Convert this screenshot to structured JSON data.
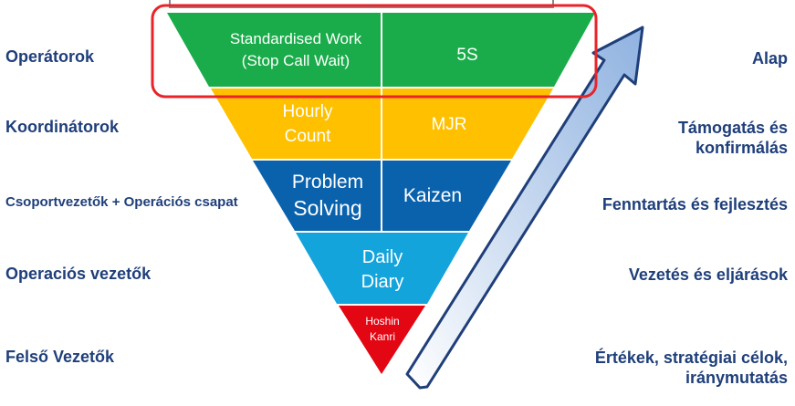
{
  "left_labels": [
    "Operátorok",
    "Koordinátorok",
    "Csoportvezetők + Operációs csapat",
    "Operaciós vezetők",
    "Felső Vezetők"
  ],
  "right_labels": [
    [
      "Alap"
    ],
    [
      "Támogatás és",
      "konfirmálás"
    ],
    [
      "Fenntartás és fejlesztés"
    ],
    [
      "Vezetés és eljárások"
    ],
    [
      "Értékek, stratégiai célok,",
      "iránymutatás"
    ]
  ],
  "pyramid": {
    "row1": {
      "left": [
        "Standardised Work",
        "(Stop Call Wait)"
      ],
      "right": "5S"
    },
    "row2": {
      "left": [
        "Hourly",
        "Count"
      ],
      "right": "MJR"
    },
    "row3": {
      "left": [
        "Problem",
        "Solving"
      ],
      "right": "Kaizen"
    },
    "row4": {
      "center": [
        "Daily",
        "Diary"
      ]
    },
    "row5": {
      "center": [
        "Hoshin",
        "Kanri"
      ]
    }
  },
  "colors": {
    "green": "#1aac4a",
    "yellow": "#ffc000",
    "blue": "#0a62ad",
    "light_blue": "#14a4dc",
    "red": "#e30613",
    "highlight": "#e8242a",
    "label_text": "#1f3f7a",
    "arrow_fill": "#a8c4e6",
    "arrow_stroke": "#1f3f7a"
  }
}
